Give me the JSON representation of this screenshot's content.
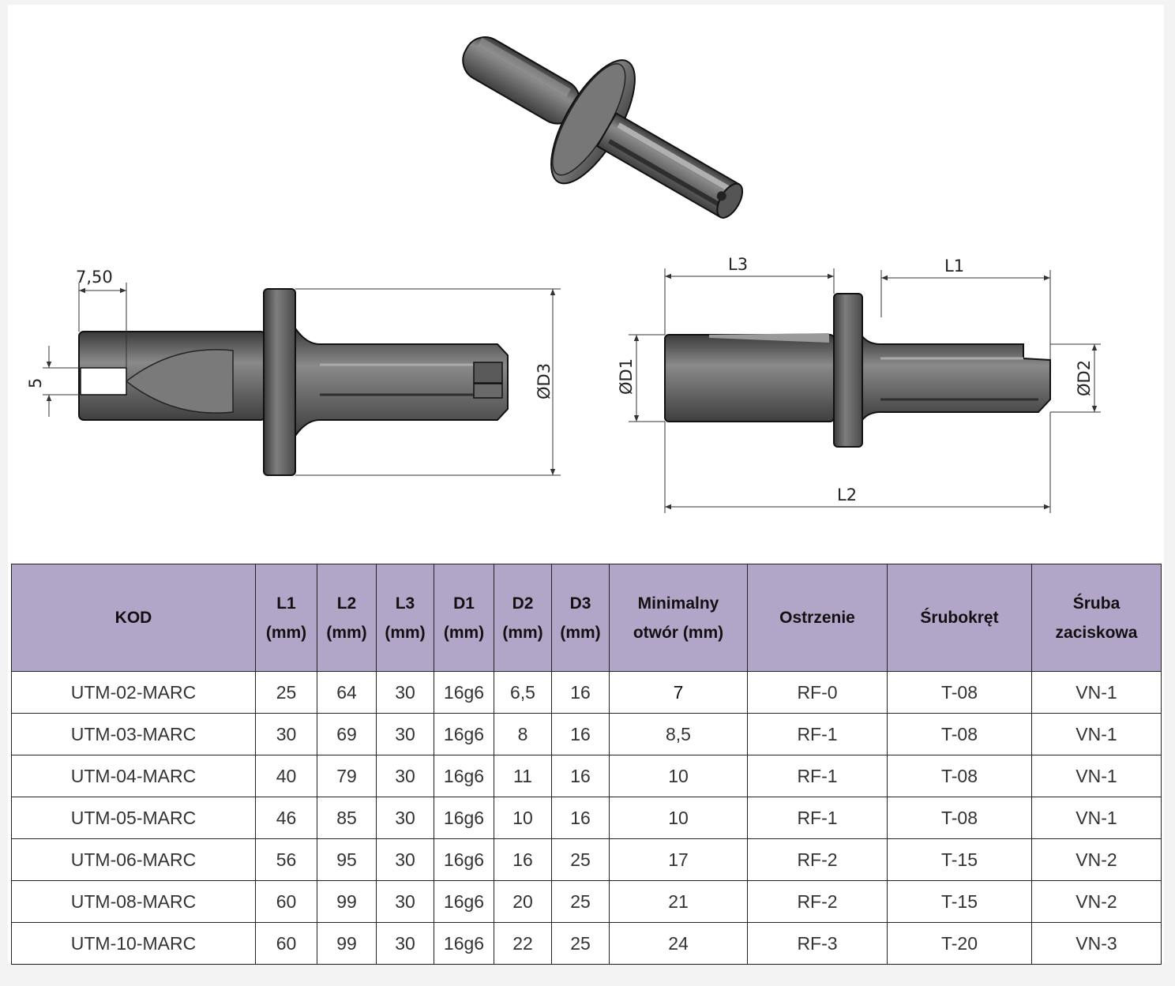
{
  "drawing": {
    "dims": {
      "slot_width": "7,50",
      "slot_depth": "5",
      "d3": "ØD3",
      "d1": "ØD1",
      "d2": "ØD2",
      "l1": "L1",
      "l2": "L2",
      "l3": "L3"
    }
  },
  "table": {
    "headers": [
      {
        "line1": "KOD",
        "line2": ""
      },
      {
        "line1": "L1",
        "line2": "(mm)"
      },
      {
        "line1": "L2",
        "line2": "(mm)"
      },
      {
        "line1": "L3",
        "line2": "(mm)"
      },
      {
        "line1": "D1",
        "line2": "(mm)"
      },
      {
        "line1": "D2",
        "line2": "(mm)"
      },
      {
        "line1": "D3",
        "line2": "(mm)"
      },
      {
        "line1": "Minimalny",
        "line2": "otwór (mm)"
      },
      {
        "line1": "Ostrzenie",
        "line2": ""
      },
      {
        "line1": "Śrubokręt",
        "line2": ""
      },
      {
        "line1": "Śruba",
        "line2": "zaciskowa"
      }
    ],
    "rows": [
      [
        "UTM-02-MARC",
        "25",
        "64",
        "30",
        "16g6",
        "6,5",
        "16",
        "7",
        "RF-0",
        "T-08",
        "VN-1"
      ],
      [
        "UTM-03-MARC",
        "30",
        "69",
        "30",
        "16g6",
        "8",
        "16",
        "8,5",
        "RF-1",
        "T-08",
        "VN-1"
      ],
      [
        "UTM-04-MARC",
        "40",
        "79",
        "30",
        "16g6",
        "11",
        "16",
        "10",
        "RF-1",
        "T-08",
        "VN-1"
      ],
      [
        "UTM-05-MARC",
        "46",
        "85",
        "30",
        "16g6",
        "10",
        "16",
        "10",
        "RF-1",
        "T-08",
        "VN-1"
      ],
      [
        "UTM-06-MARC",
        "56",
        "95",
        "30",
        "16g6",
        "16",
        "25",
        "17",
        "RF-2",
        "T-15",
        "VN-2"
      ],
      [
        "UTM-08-MARC",
        "60",
        "99",
        "30",
        "16g6",
        "20",
        "25",
        "21",
        "RF-2",
        "T-15",
        "VN-2"
      ],
      [
        "UTM-10-MARC",
        "60",
        "99",
        "30",
        "16g6",
        "22",
        "25",
        "24",
        "RF-3",
        "T-20",
        "VN-3"
      ]
    ]
  }
}
